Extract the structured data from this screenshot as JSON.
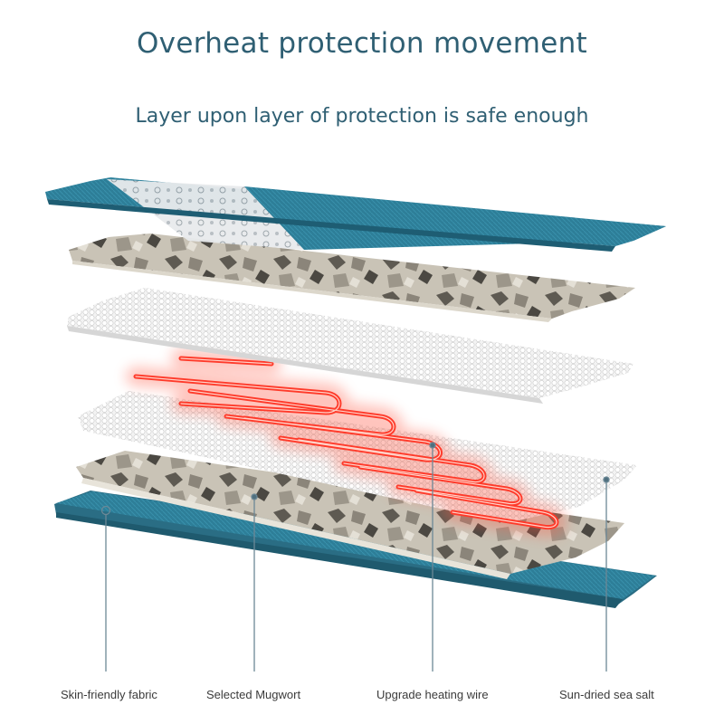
{
  "header": {
    "title": "Overheat protection movement",
    "subtitle": "Layer upon layer of protection is safe enough"
  },
  "labels": [
    {
      "id": "fabric",
      "text": "Skin-friendly fabric"
    },
    {
      "id": "mugwort",
      "text": "Selected Mugwort"
    },
    {
      "id": "wire",
      "text": "Upgrade heating wire"
    },
    {
      "id": "salt",
      "text": "Sun-dried sea salt"
    }
  ],
  "colors": {
    "heading": "#2f5f73",
    "fabric_teal": "#2d7e98",
    "wire_red": "#ff3a2a",
    "callout_line": "#6c8896"
  }
}
